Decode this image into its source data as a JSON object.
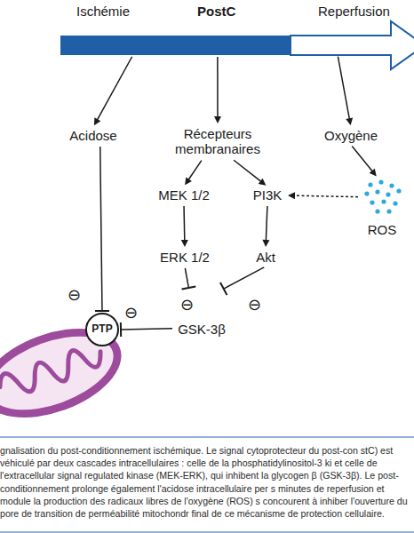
{
  "diagram": {
    "caption": "gnalisation du post-conditionnement ischémique. Le signal cytoprotecteur du post-con stC) est véhiculé par deux cascades intracellulaires : celle de la phosphatidylinositol-3 ki et celle de l'extracellular signal regulated kinase (MEK-ERK), qui inhibent la glycogen β (GSK-3β). Le post-conditionnement prolonge également l'acidose intracellulaire per s minutes de reperfusion et module la production des radicaux libres de l'oxygène (ROS) s concourent à inhiber l'ouverture du pore de transition de perméabilité mitochondr final de ce mécanisme de protection cellulaire.",
    "nodes": [
      {
        "text": [
          "Ischémie"
        ]
      },
      {
        "text": [
          "PostC"
        ]
      },
      {
        "text": [
          "Reperfusion"
        ]
      },
      {
        "text": [
          "Acidose"
        ]
      },
      {
        "text": [
          "Récepteurs membranaires"
        ]
      },
      {
        "text": [
          "Oxygène"
        ]
      },
      {
        "text": [
          "MEK 1/2"
        ]
      },
      {
        "text": [
          "PI3K"
        ]
      },
      {
        "text": [
          "ROS"
        ]
      },
      {
        "text": [
          "ERK 1/2"
        ]
      },
      {
        "text": [
          "Akt"
        ]
      },
      {
        "text": [
          "GSK-3β"
        ]
      },
      {
        "text": [
          "PTP"
        ]
      }
    ],
    "edges": [
      {
        "from": 0,
        "to": 3,
        "arrow": "to"
      },
      {
        "from": 1,
        "to": 4,
        "arrow": "to"
      },
      {
        "from": 2,
        "to": 5,
        "arrow": "to"
      },
      {
        "from": 4,
        "to": 6,
        "arrow": "to"
      },
      {
        "from": 4,
        "to": 7,
        "arrow": "to"
      },
      {
        "from": 5,
        "to": 8,
        "arrow": "to"
      },
      {
        "from": 8,
        "to": 7,
        "arrow": "to"
      },
      {
        "from": 6,
        "to": 9,
        "arrow": "to"
      },
      {
        "from": 7,
        "to": 10,
        "arrow": "to"
      },
      {
        "from": 9,
        "to": 11,
        "arrow": "to"
      },
      {
        "from": 10,
        "to": 11,
        "arrow": "to"
      },
      {
        "from": 11,
        "to": 12,
        "arrow": "to"
      },
      {
        "from": 3,
        "to": 12,
        "arrow": "to"
      }
    ],
    "labels": [
      "⊖",
      "⊖",
      "⊖",
      "⊖"
    ]
  }
}
